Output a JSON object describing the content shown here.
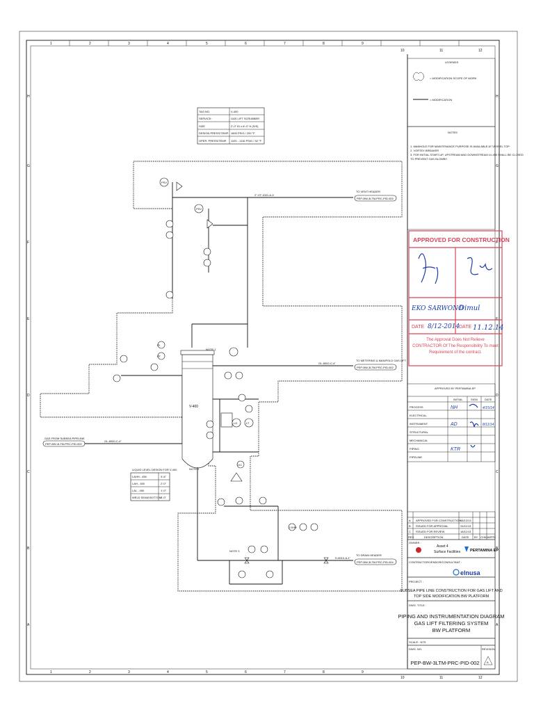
{
  "grid": {
    "columns": [
      "1",
      "2",
      "3",
      "4",
      "5",
      "6",
      "7",
      "8",
      "9",
      "10",
      "11",
      "12"
    ],
    "rows": [
      "H",
      "G",
      "F",
      "E",
      "D",
      "C",
      "B",
      "A"
    ]
  },
  "vessel_table": {
    "rows": [
      {
        "label": "TAG NO.",
        "value": "V-400"
      },
      {
        "label": "SERVICE:",
        "value": "GAS LIFT SCRUBBER"
      },
      {
        "label": "SIZE",
        "value": "2'-0\" ID x 8'-0\" H (S/S)"
      },
      {
        "label": "DESIGN PRESS/TEMP.",
        "value": "1600 PSIG / 200 °F"
      },
      {
        "label": "OPER. PRESS/TEMP.",
        "value": "1100 - 1116 PSIG / 92 °F"
      }
    ]
  },
  "legends": {
    "title": "LEGENDS",
    "items": [
      {
        "symbol": "cloud",
        "text": "= MODIFICATION SCOPE OF WORK"
      },
      {
        "symbol": "line",
        "text": "= MODIFICATION"
      }
    ]
  },
  "notes": {
    "title": "NOTES",
    "items": [
      "1. MANHOLE FOR MAINTENANCE PURPOSE IS AVAILABLE AT VESSEL TOP",
      "2. VORTEX BREAKER",
      "3. FOR INITIAL START-UP, UPSTREAM AND DOWNSTREAM LV-450 SHALL BE CLOSED",
      "   TO PREVENT GAS BLOWBY."
    ]
  },
  "stamp": {
    "title": "APPROVED FOR CONSTRUCTION",
    "names": [
      "EKO SARWONO",
      "Dimul"
    ],
    "date_label": "DATE",
    "dates": [
      "8/12-2014",
      "11.12.14"
    ],
    "disclaimer": [
      "The Approval Does Not Relieve",
      "CONTRACTOR Of The Responsibility To meet",
      "Requirement of the contract."
    ]
  },
  "approval_table": {
    "title": "APPROVED BY PERTAMINA EP",
    "headers": [
      "",
      "INITIAL",
      "SIGN",
      "DATE"
    ],
    "rows": [
      {
        "discipline": "PROCESS",
        "initial": "NH",
        "date": "4/15/14"
      },
      {
        "discipline": "ELECTRICAL",
        "initial": "",
        "date": ""
      },
      {
        "discipline": "INSTRUMENT",
        "initial": "AD",
        "date": "8/11/14"
      },
      {
        "discipline": "STRUCTURAL",
        "initial": "",
        "date": ""
      },
      {
        "discipline": "MECHANICAL",
        "initial": "",
        "date": ""
      },
      {
        "discipline": "PIPING",
        "initial": "KTR",
        "date": ""
      },
      {
        "discipline": "PIPELINE",
        "initial": "",
        "date": ""
      }
    ]
  },
  "revisions": {
    "rows": [
      {
        "rev": "A",
        "description": "APPROVED FOR CONSTRUCTION",
        "date": "08/12/13"
      },
      {
        "rev": "B",
        "description": "ISSUED FOR APPROVAL",
        "date": "24/11/13"
      },
      {
        "rev": "C",
        "description": "ISSUED FOR REVIEW",
        "date": "18/11/13"
      }
    ],
    "headers": [
      "REV.",
      "DESCRIPTION",
      "DATE",
      "BY",
      "CHKD",
      "APPD"
    ]
  },
  "owner": {
    "label": "OWNER :",
    "asset": "Asset 4",
    "facilities": "Surface Facilities",
    "company": "PERTAMINA EP"
  },
  "contractor": {
    "label": "CONTRACTOR/VENDOR/CONSULTANT :",
    "name": "elnusa"
  },
  "project": {
    "label": "PROJECT :",
    "lines": [
      "SUBSEA PIPE LINE CONSTRUCTION FOR GAS LIFT AND",
      "TOP SIDE MODIFICATION BW PLATFORM"
    ]
  },
  "drawing_title": {
    "label": "DWG. TITLE :",
    "lines": [
      "PIPING AND INSTRUMENTATION DIAGRAM",
      "GAS LIFT FILTERING SYSTEM",
      "BW PLATFORM"
    ]
  },
  "scale": "SCALE : NTS",
  "dwg_no_label": "DWG. NO.",
  "dwg_no": "PEP-BW-3LTM-PRC-PID-002",
  "revision_label": "REVISION",
  "revision_value": "A",
  "diagram": {
    "vessel_tag": "V-400",
    "to_vent_header": "TO VENT HEADER",
    "vent_ref": "PEP-BW-3LTM-PRC-PID-003",
    "to_metering": "TO METERING & MANIFOLD GAS LIFT",
    "metering_ref": "PEP-BW-3LTM-PRC-PID-002",
    "gas_from_subsea": "GAS FROM SUBSEA PIPELINE",
    "subsea_ref": "PEP-BW-3LTM-PRC-PID-002",
    "to_drain_header": "TO DRAIN HEADER",
    "drain_ref": "PEP-BW-3LTM-PRC-PID-004",
    "line_vent": "2\"-VT-1001-A-X",
    "line_gl_in": "GL-8000-C-4\"",
    "line_gl_out": "GL-8002-C-4\"",
    "line_drain": "D-8010-A-1\"",
    "liquid_title": "LIQUID LEVEL DESIGN FOR V-400",
    "liquid_rows": [
      {
        "label": "LAHH - 450",
        "value": "3'-6\""
      },
      {
        "label": "LAH - 450",
        "value": "2'-0\""
      },
      {
        "label": "LAL - 450",
        "value": "1'-0\""
      },
      {
        "label": "WELD SEAM BOTTOM",
        "value": "0'-0\""
      }
    ],
    "notes_tags": [
      "NOTE 1",
      "NOTE 2",
      "NOTE 3"
    ],
    "instruments": [
      "PSV",
      "PSV",
      "PI",
      "PT",
      "LG",
      "LT",
      "LIC",
      "LV",
      "PDI",
      "LSHH",
      "LSLL",
      "FO",
      "PG"
    ]
  }
}
